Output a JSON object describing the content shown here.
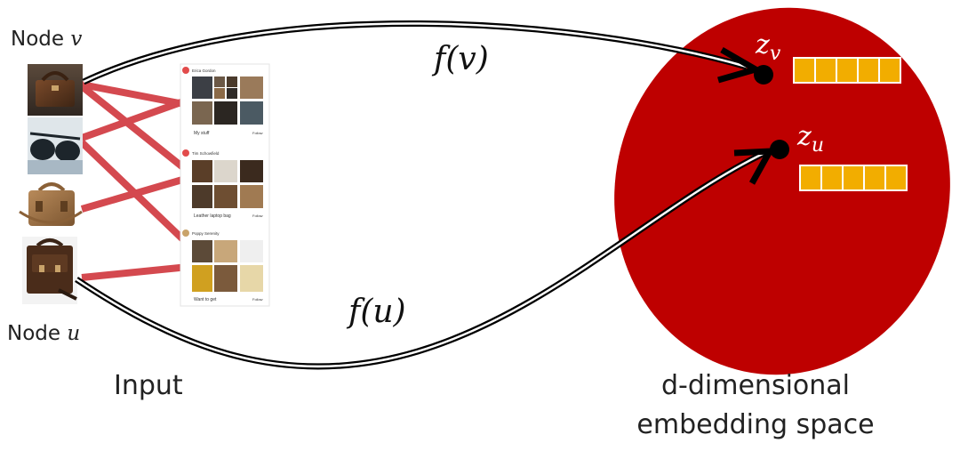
{
  "node_v_label": {
    "prefix": "Node",
    "var": "v"
  },
  "node_u_label": {
    "prefix": "Node",
    "var": "u"
  },
  "input_caption": "Input",
  "embedding_caption": {
    "line1": "d-dimensional",
    "line2": "embedding space"
  },
  "fv_label": "f(v)",
  "fu_label": "f(u)",
  "zv_label": {
    "base": "z",
    "sub": "v"
  },
  "zu_label": {
    "base": "z",
    "sub": "u"
  },
  "boards": [
    {
      "owner": "Erica Gordon",
      "title": "My stuff",
      "follow": "Follow"
    },
    {
      "owner": "Tim Schowfield",
      "title": "Leather laptop bag",
      "follow": "Follow"
    },
    {
      "owner": "Poppy Serenity",
      "title": "Want to get",
      "follow": "Follow"
    }
  ],
  "colors": {
    "embedding_space": "#be0000",
    "edges": "#d4494f",
    "vector_cells": "#f2ad00",
    "arrows": "#000000"
  },
  "embedding_vector_cells": 5,
  "icons": [
    "leather-bag-photo",
    "sunglasses-photo",
    "briefcase-photo",
    "messenger-bag-photo"
  ]
}
